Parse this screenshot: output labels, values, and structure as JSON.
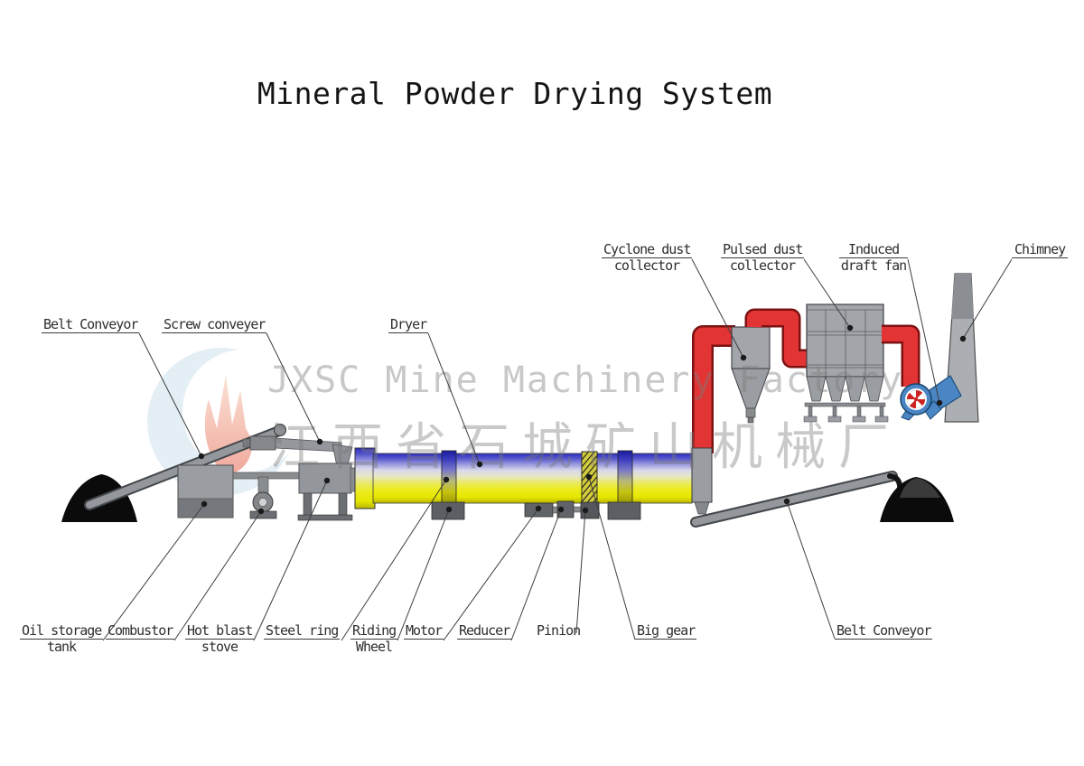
{
  "title": "Mineral Powder Drying System",
  "watermark": {
    "latin": "JXSC Mine Machinery Factory",
    "chinese": "江西省石城矿山机械厂"
  },
  "labels": {
    "belt_conveyor_left": {
      "line1": "Belt Conveyor"
    },
    "screw_conveyer": {
      "line1": "Screw conveyer"
    },
    "dryer": {
      "line1": "Dryer"
    },
    "cyclone": {
      "line1": "Cyclone dust",
      "line2": "collector"
    },
    "pulsed": {
      "line1": "Pulsed dust",
      "line2": "collector"
    },
    "induced_fan": {
      "line1": "Induced",
      "line2": "draft fan"
    },
    "chimney": {
      "line1": "Chimney"
    },
    "oil_tank": {
      "line1": "Oil storage",
      "line2": "tank"
    },
    "combustor": {
      "line1": "Combustor"
    },
    "hot_blast_stove": {
      "line1": "Hot blast",
      "line2": "stove"
    },
    "steel_ring": {
      "line1": "Steel ring"
    },
    "riding_wheel": {
      "line1": "Riding",
      "line2": "Wheel"
    },
    "motor": {
      "line1": "Motor"
    },
    "reducer": {
      "line1": "Reducer"
    },
    "pinion": {
      "line1": "Pinion"
    },
    "big_gear": {
      "line1": "Big gear"
    },
    "belt_conveyor_right": {
      "line1": "Belt Conveyor"
    }
  },
  "palette": {
    "pipe_red": "#e23434",
    "pipe_red_dark": "#7d1212",
    "fan_blue": "#4a86c4",
    "drum_blue": "#2e2ec0",
    "drum_yellow": "#e6e600",
    "machine_gray": "#9a9da1",
    "label_color": "#2e2e2e",
    "watermark_gray": "#c9c9c9",
    "logo_blue": "#cfe3ee",
    "logo_flame": "#e2543c"
  }
}
